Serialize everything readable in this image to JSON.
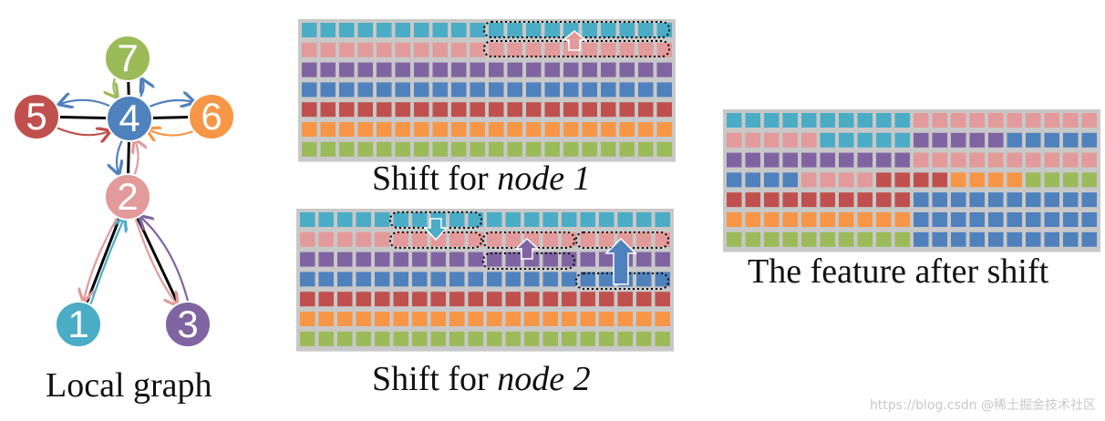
{
  "captions": {
    "local_graph": "Local graph",
    "shift_node1_prefix": "Shift for ",
    "shift_node1_em": "node 1",
    "shift_node2_prefix": "Shift for ",
    "shift_node2_em": "node 2",
    "after_shift": "The feature after shift"
  },
  "watermark": "https://blog.csdn @稀土掘金技术社区",
  "colors": {
    "cyan": "#4bacc6",
    "pink": "#e39a9a",
    "purple": "#8064a2",
    "blue": "#4f81bd",
    "red": "#c0504d",
    "orange": "#f79646",
    "green": "#9bbb59",
    "grid_bg": "#c8c8c8",
    "edge": "#000000"
  },
  "graph": {
    "nodes": [
      {
        "id": "1",
        "label": "1",
        "color": "cyan"
      },
      {
        "id": "2",
        "label": "2",
        "color": "pink"
      },
      {
        "id": "3",
        "label": "3",
        "color": "purple"
      },
      {
        "id": "4",
        "label": "4",
        "color": "blue"
      },
      {
        "id": "5",
        "label": "5",
        "color": "red"
      },
      {
        "id": "6",
        "label": "6",
        "color": "orange"
      },
      {
        "id": "7",
        "label": "7",
        "color": "green"
      }
    ],
    "edges": [
      [
        "1",
        "2"
      ],
      [
        "2",
        "3"
      ],
      [
        "2",
        "4"
      ],
      [
        "4",
        "5"
      ],
      [
        "4",
        "6"
      ],
      [
        "4",
        "7"
      ]
    ]
  },
  "feature_rows": [
    "cyan",
    "pink",
    "purple",
    "blue",
    "red",
    "orange",
    "green"
  ],
  "after_shift_rows": [
    [
      [
        "cyan",
        10
      ],
      [
        "pink",
        10
      ]
    ],
    [
      [
        "pink",
        5
      ],
      [
        "cyan",
        5
      ],
      [
        "purple",
        5
      ],
      [
        "blue",
        5
      ]
    ],
    [
      [
        "purple",
        10
      ],
      [
        "pink",
        10
      ]
    ],
    [
      [
        "blue",
        4
      ],
      [
        "pink",
        4
      ],
      [
        "red",
        4
      ],
      [
        "orange",
        4
      ],
      [
        "green",
        4
      ]
    ],
    [
      [
        "red",
        10
      ],
      [
        "blue",
        10
      ]
    ],
    [
      [
        "orange",
        10
      ],
      [
        "blue",
        10
      ]
    ],
    [
      [
        "green",
        10
      ],
      [
        "blue",
        10
      ]
    ]
  ]
}
